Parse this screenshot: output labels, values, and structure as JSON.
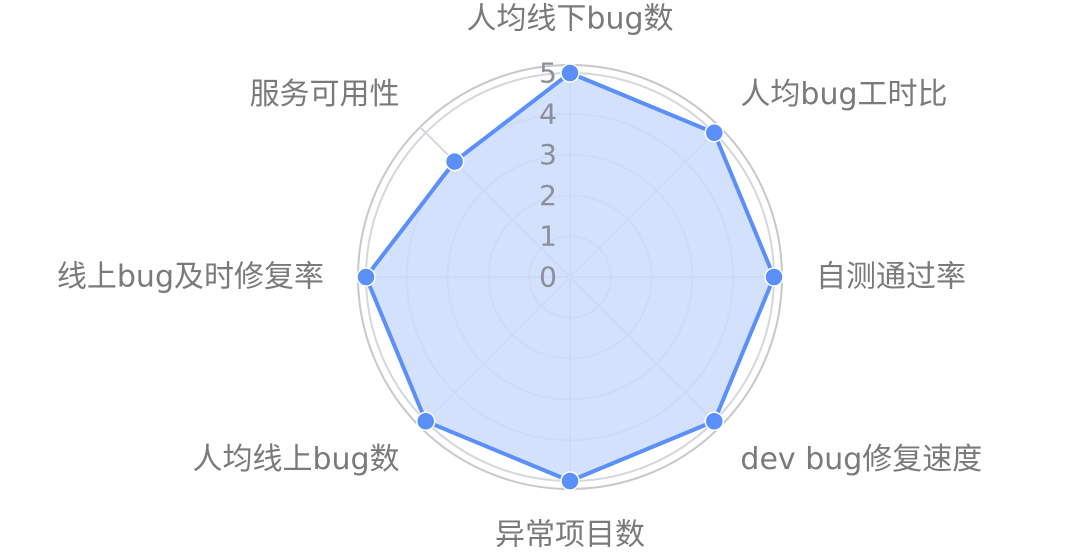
{
  "chart_data": {
    "type": "radar",
    "title": "",
    "categories": [
      "人均线下bug数",
      "人均bug工时比",
      "自测通过率",
      "dev bug修复速度",
      "异常项目数",
      "人均线上bug数",
      "线上bug及时修复率",
      "服务可用性"
    ],
    "series": [
      {
        "values": [
          5,
          5,
          5,
          5,
          5,
          5,
          5,
          4
        ]
      }
    ],
    "rlim": [
      0,
      5
    ],
    "ticks": [
      "0",
      "1",
      "2",
      "3",
      "4",
      "5"
    ],
    "grid": "circular",
    "legend": "none",
    "colors": {
      "series_line": "#5b8ff9",
      "series_fill": "#cddcfb",
      "grid": "#d4d7dd",
      "outer_ring": "#c8c8c8"
    }
  }
}
